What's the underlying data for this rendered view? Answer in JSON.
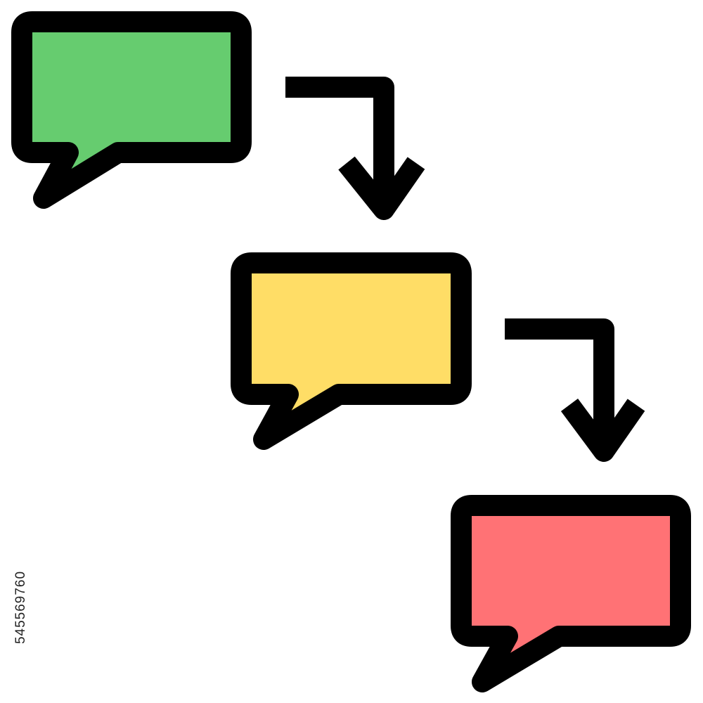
{
  "diagram": {
    "bubbles": [
      {
        "id": "bubble-1",
        "color": "#66cc6f",
        "label": ""
      },
      {
        "id": "bubble-2",
        "color": "#ffdd66",
        "label": ""
      },
      {
        "id": "bubble-3",
        "color": "#ff7275",
        "label": ""
      }
    ],
    "arrows": [
      {
        "from": "bubble-1",
        "to": "bubble-2",
        "direction": "down"
      },
      {
        "from": "bubble-2",
        "to": "bubble-3",
        "direction": "down"
      }
    ],
    "stroke_color": "#000000",
    "background_color": "#ffffff"
  },
  "watermark": {
    "id_text": "545569760"
  }
}
